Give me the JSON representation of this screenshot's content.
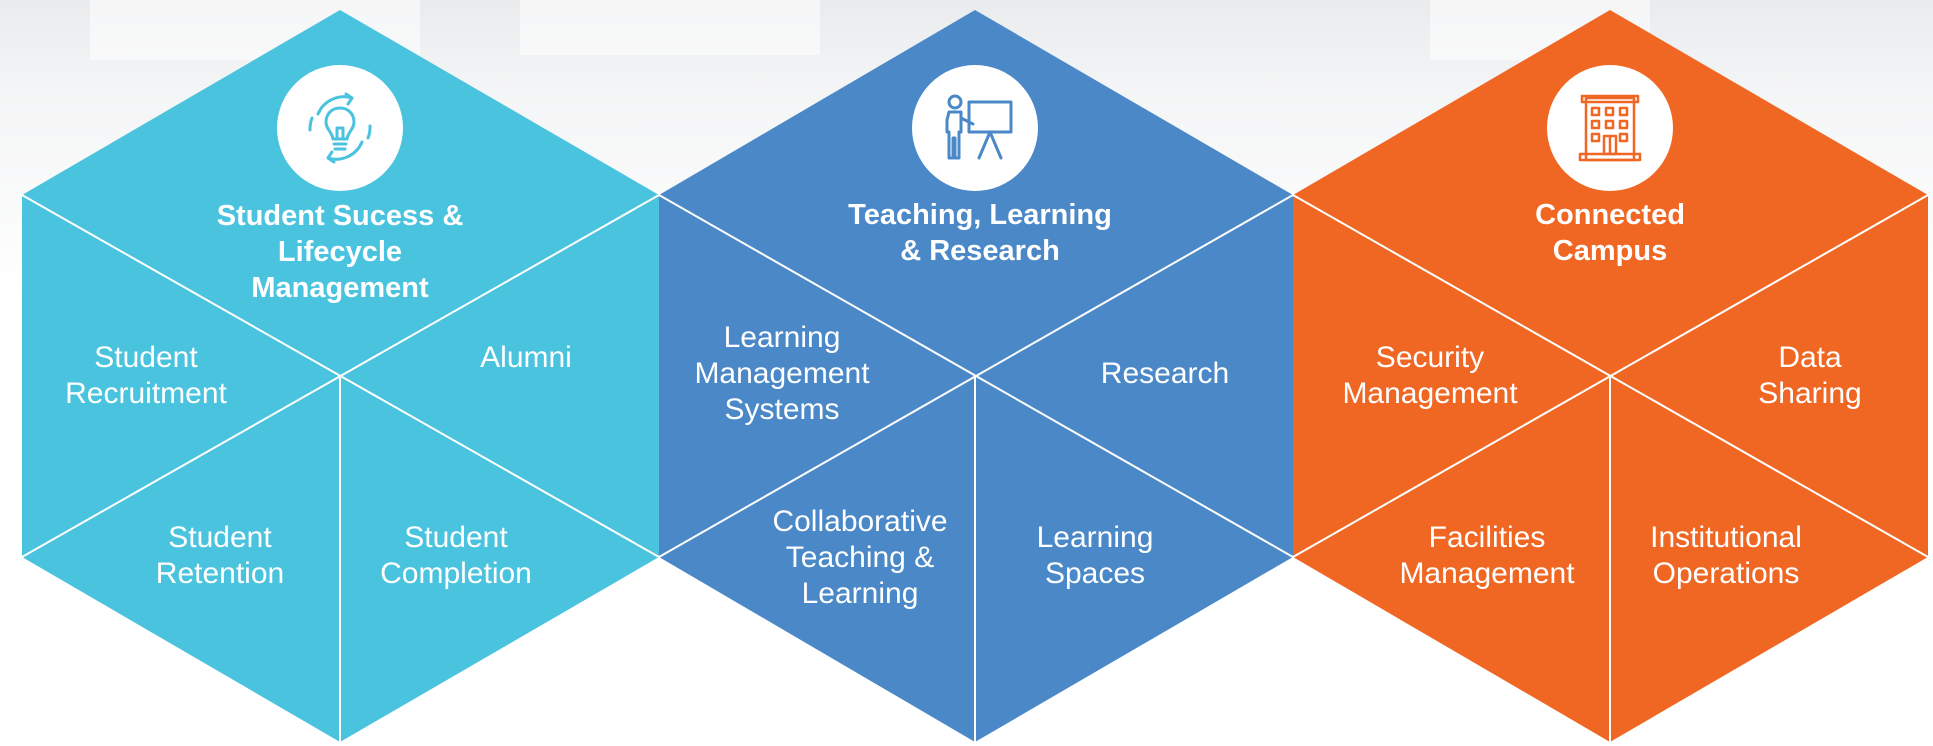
{
  "hexagons": [
    {
      "title": "Student Sucess &\nLifecycle\nManagement",
      "icon": "lightbulb-cycle-icon",
      "color": "#4AC3DF",
      "segments": {
        "left": "Student\nRecruitment",
        "right": "Alumni",
        "bottom_left": "Student\nRetention",
        "bottom_right": "Student\nCompletion"
      }
    },
    {
      "title": "Teaching, Learning\n& Research",
      "icon": "presenter-board-icon",
      "color": "#4A88C8",
      "segments": {
        "left": "Learning\nManagement\nSystems",
        "right": "Research",
        "bottom_left": "Collaborative\nTeaching &\nLearning",
        "bottom_right": "Learning\nSpaces"
      }
    },
    {
      "title": "Connected\nCampus",
      "icon": "building-icon",
      "color": "#F06724",
      "segments": {
        "left": "Security\nManagement",
        "right": "Data\nSharing",
        "bottom_left": "Facilities\nManagement",
        "bottom_right": "Institutional\nOperations"
      }
    }
  ]
}
